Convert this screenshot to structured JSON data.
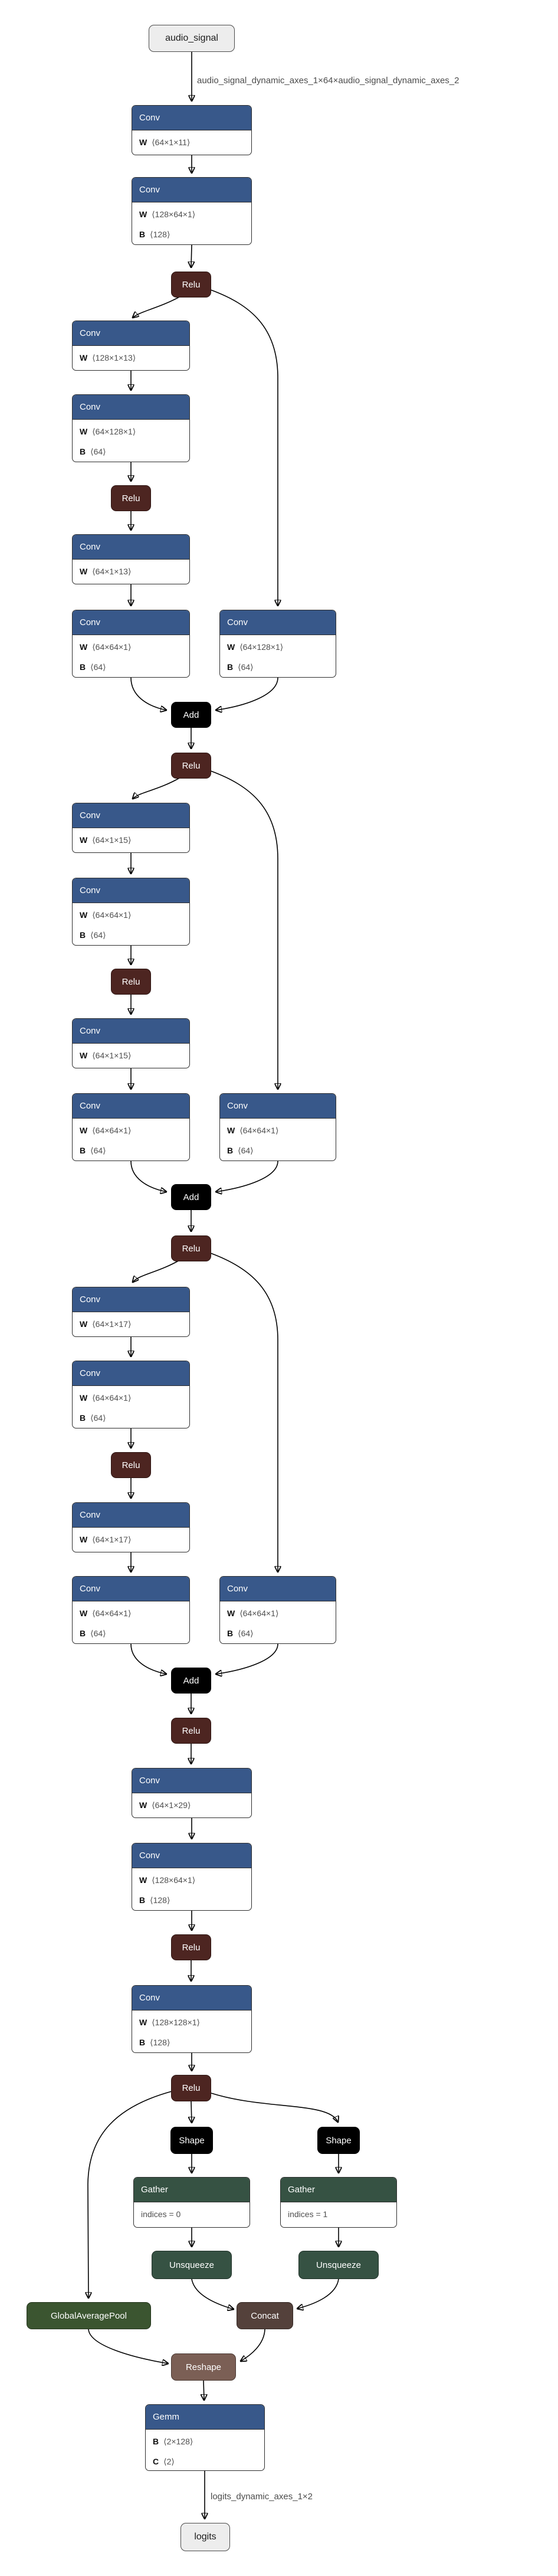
{
  "graph": {
    "input": {
      "label": "audio_signal"
    },
    "output": {
      "label": "logits"
    },
    "edge_labels": [
      "audio_signal_dynamic_axes_1×64×audio_signal_dynamic_axes_2",
      "logits_dynamic_axes_1×2"
    ],
    "nodes": [
      {
        "op": "Conv",
        "params": [
          {
            "name": "W",
            "dims": "⟨64×1×11⟩"
          }
        ]
      },
      {
        "op": "Conv",
        "params": [
          {
            "name": "W",
            "dims": "⟨128×64×1⟩"
          },
          {
            "name": "B",
            "dims": "⟨128⟩"
          }
        ]
      },
      {
        "op": "Relu"
      },
      {
        "op": "Conv",
        "params": [
          {
            "name": "W",
            "dims": "⟨128×1×13⟩"
          }
        ]
      },
      {
        "op": "Conv",
        "params": [
          {
            "name": "W",
            "dims": "⟨64×128×1⟩"
          },
          {
            "name": "B",
            "dims": "⟨64⟩"
          }
        ]
      },
      {
        "op": "Relu"
      },
      {
        "op": "Conv",
        "params": [
          {
            "name": "W",
            "dims": "⟨64×1×13⟩"
          }
        ]
      },
      {
        "op": "Conv",
        "params": [
          {
            "name": "W",
            "dims": "⟨64×64×1⟩"
          },
          {
            "name": "B",
            "dims": "⟨64⟩"
          }
        ]
      },
      {
        "op": "Conv",
        "params": [
          {
            "name": "W",
            "dims": "⟨64×128×1⟩"
          },
          {
            "name": "B",
            "dims": "⟨64⟩"
          }
        ]
      },
      {
        "op": "Add"
      },
      {
        "op": "Relu"
      },
      {
        "op": "Conv",
        "params": [
          {
            "name": "W",
            "dims": "⟨64×1×15⟩"
          }
        ]
      },
      {
        "op": "Conv",
        "params": [
          {
            "name": "W",
            "dims": "⟨64×64×1⟩"
          },
          {
            "name": "B",
            "dims": "⟨64⟩"
          }
        ]
      },
      {
        "op": "Relu"
      },
      {
        "op": "Conv",
        "params": [
          {
            "name": "W",
            "dims": "⟨64×1×15⟩"
          }
        ]
      },
      {
        "op": "Conv",
        "params": [
          {
            "name": "W",
            "dims": "⟨64×64×1⟩"
          },
          {
            "name": "B",
            "dims": "⟨64⟩"
          }
        ]
      },
      {
        "op": "Conv",
        "params": [
          {
            "name": "W",
            "dims": "⟨64×64×1⟩"
          },
          {
            "name": "B",
            "dims": "⟨64⟩"
          }
        ]
      },
      {
        "op": "Add"
      },
      {
        "op": "Relu"
      },
      {
        "op": "Conv",
        "params": [
          {
            "name": "W",
            "dims": "⟨64×1×17⟩"
          }
        ]
      },
      {
        "op": "Conv",
        "params": [
          {
            "name": "W",
            "dims": "⟨64×64×1⟩"
          },
          {
            "name": "B",
            "dims": "⟨64⟩"
          }
        ]
      },
      {
        "op": "Relu"
      },
      {
        "op": "Conv",
        "params": [
          {
            "name": "W",
            "dims": "⟨64×1×17⟩"
          }
        ]
      },
      {
        "op": "Conv",
        "params": [
          {
            "name": "W",
            "dims": "⟨64×64×1⟩"
          },
          {
            "name": "B",
            "dims": "⟨64⟩"
          }
        ]
      },
      {
        "op": "Conv",
        "params": [
          {
            "name": "W",
            "dims": "⟨64×64×1⟩"
          },
          {
            "name": "B",
            "dims": "⟨64⟩"
          }
        ]
      },
      {
        "op": "Add"
      },
      {
        "op": "Relu"
      },
      {
        "op": "Conv",
        "params": [
          {
            "name": "W",
            "dims": "⟨64×1×29⟩"
          }
        ]
      },
      {
        "op": "Conv",
        "params": [
          {
            "name": "W",
            "dims": "⟨128×64×1⟩"
          },
          {
            "name": "B",
            "dims": "⟨128⟩"
          }
        ]
      },
      {
        "op": "Relu"
      },
      {
        "op": "Conv",
        "params": [
          {
            "name": "W",
            "dims": "⟨128×128×1⟩"
          },
          {
            "name": "B",
            "dims": "⟨128⟩"
          }
        ]
      },
      {
        "op": "Relu"
      },
      {
        "op": "Shape"
      },
      {
        "op": "Shape"
      },
      {
        "op": "Gather",
        "attr": "indices = 0"
      },
      {
        "op": "Gather",
        "attr": "indices = 1"
      },
      {
        "op": "Unsqueeze"
      },
      {
        "op": "Unsqueeze"
      },
      {
        "op": "GlobalAveragePool"
      },
      {
        "op": "Concat"
      },
      {
        "op": "Reshape"
      },
      {
        "op": "Gemm",
        "params": [
          {
            "name": "B",
            "dims": "⟨2×128⟩"
          },
          {
            "name": "C",
            "dims": "⟨2⟩"
          }
        ]
      }
    ],
    "colors": {
      "conv_header": "#38588a",
      "relu": "#4d2521",
      "add_shape": "#000000",
      "gather_unsqueeze": "#365243",
      "global_average_pool": "#3b5530",
      "concat": "#54413b",
      "reshape": "#7b5f55",
      "io_fill": "#ededed"
    }
  }
}
